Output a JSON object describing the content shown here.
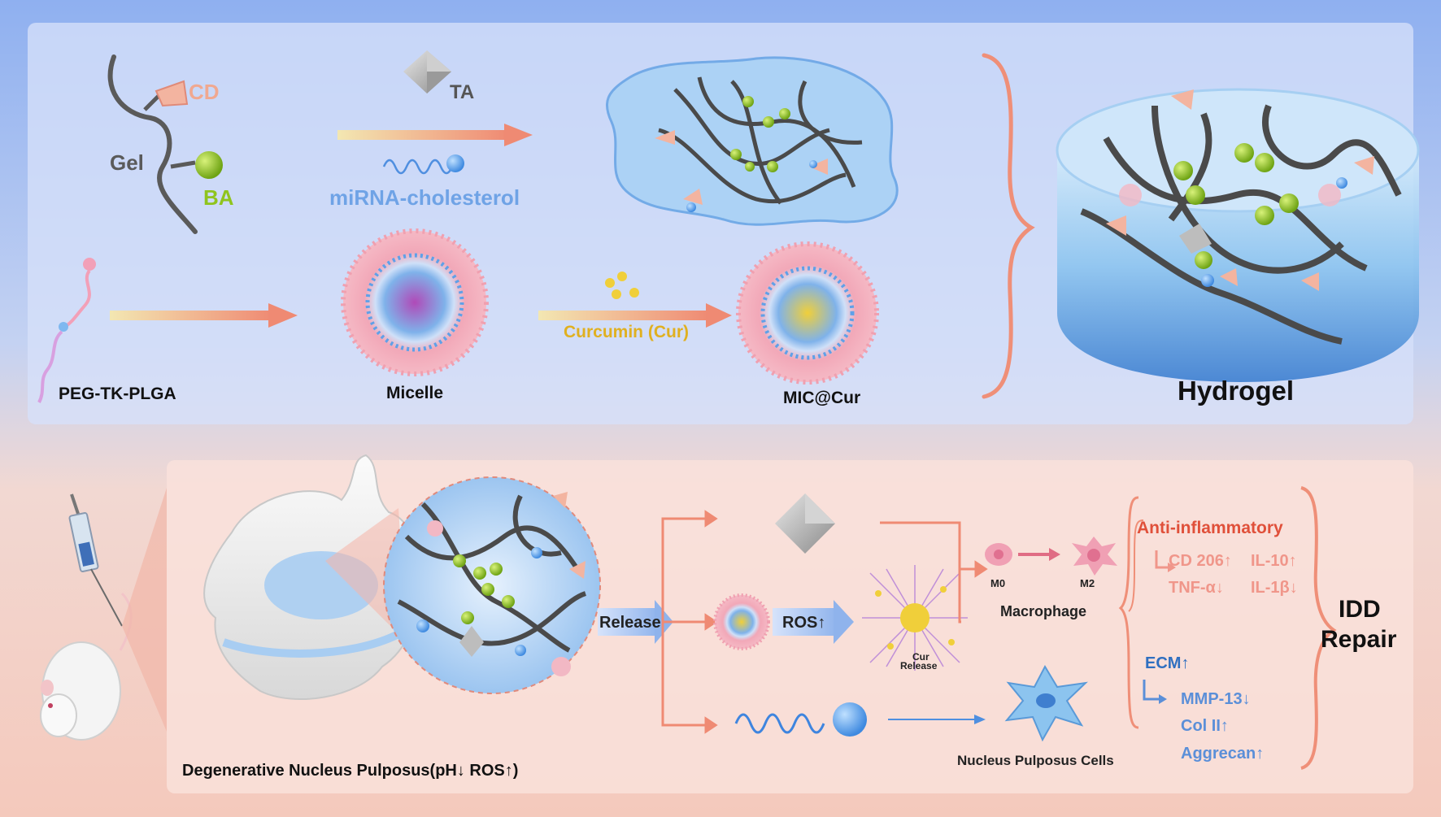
{
  "labels": {
    "cd": "CD",
    "ta": "TA",
    "gel": "Gel",
    "ba": "BA",
    "mirna": "miRNA-cholesterol",
    "peg": "PEG-TK-PLGA",
    "micelle": "Micelle",
    "curcumin": "Curcumin (Cur)",
    "mic_cur": "MIC@Cur",
    "hydrogel": "Hydrogel",
    "release": "Release",
    "ros": "ROS↑",
    "cur_release_1": "Cur",
    "cur_release_2": "Release",
    "m0": "M0",
    "m2": "M2",
    "macrophage": "Macrophage",
    "anti_inflammatory": "Anti-inflammatory",
    "cd206": "CD 206↑",
    "il10": "IL-10↑",
    "tnf": "TNF-α↓",
    "il1b": "IL-1β↓",
    "idd_1": "IDD",
    "idd_2": "Repair",
    "ecm": "ECM↑",
    "mmp13": "MMP-13↓",
    "col2": "Col II↑",
    "aggrecan": "Aggrecan↑",
    "npc": "Nucleus Pulposus Cells",
    "degenerative": "Degenerative Nucleus Pulposus(pH↓ ROS↑)"
  },
  "colors": {
    "salmon": "#ef8f78",
    "cd_pink": "#f0a890",
    "green": "#8fc41e",
    "blue_text": "#6fa3e6",
    "gold": "#e0b020",
    "red_text": "#e0503a",
    "pink_text": "#f0968a",
    "dark_blue": "#2f6fc0",
    "light_blue": "#5b8fd8",
    "gray": "#555555"
  }
}
